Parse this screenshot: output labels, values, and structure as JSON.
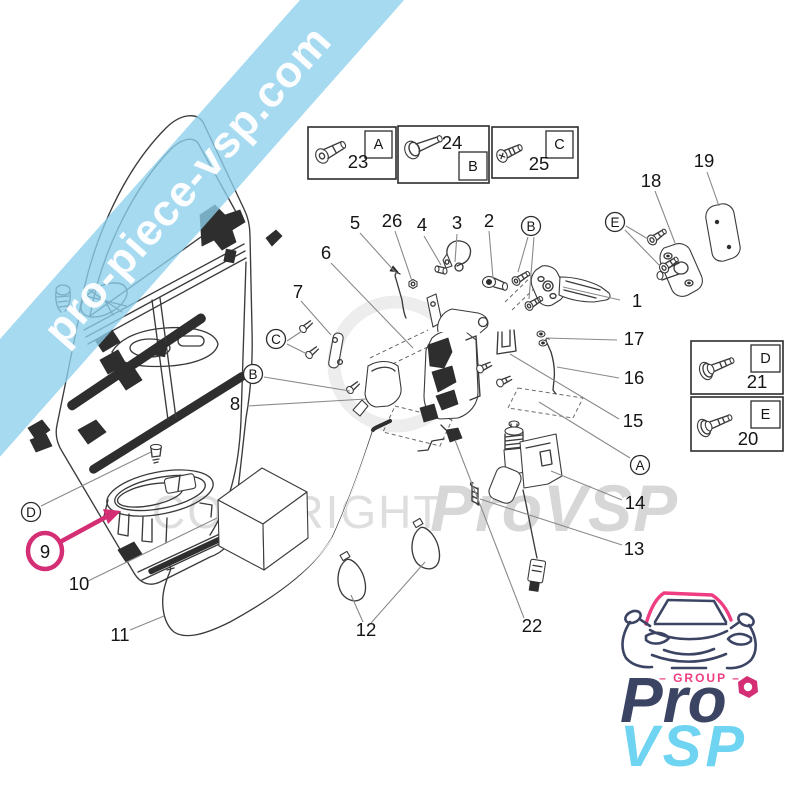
{
  "watermarks": {
    "band_text": "pro-piece-vsp.com",
    "band_color": "#8dd0ec",
    "copyright_left": "COPYRIGHT",
    "copyright_right": "ProVSP"
  },
  "callouts": {
    "1": "1",
    "2": "2",
    "3": "3",
    "4": "4",
    "5": "5",
    "6": "6",
    "7": "7",
    "8": "8",
    "9": "9",
    "10": "10",
    "11": "11",
    "12": "12",
    "13": "13",
    "14": "14",
    "15": "15",
    "16": "16",
    "17": "17",
    "18": "18",
    "19": "19",
    "20": "20",
    "21": "21",
    "22": "22",
    "23": "23",
    "24": "24",
    "25": "25",
    "26": "26"
  },
  "letters": {
    "A": "A",
    "B": "B",
    "C": "C",
    "D": "D",
    "E": "E"
  },
  "part_boxes": {
    "top": [
      {
        "number": "23",
        "letter": "A"
      },
      {
        "number": "24",
        "letter": "B"
      },
      {
        "number": "25",
        "letter": "C"
      }
    ],
    "side": [
      {
        "number": "21",
        "letter": "D"
      },
      {
        "number": "20",
        "letter": "E"
      }
    ]
  },
  "highlight": {
    "number": "9",
    "color": "#d42e74"
  },
  "logo": {
    "group_label": "– GROUP –",
    "pro": "Pro",
    "vsp": "VSP",
    "navy": "#3c4464",
    "pink": "#ee3d80",
    "cyan": "#6fd4f1"
  }
}
